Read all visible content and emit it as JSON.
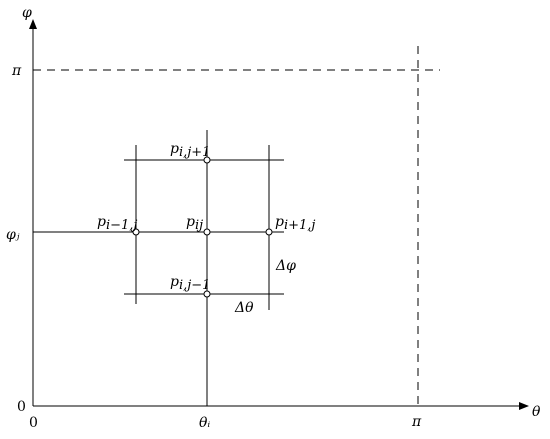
{
  "axes": {
    "x_label": "θ",
    "y_label": "φ",
    "origin_x": "0",
    "origin_y": "0",
    "x_tick_pi": "π",
    "y_tick_pi": "π",
    "x_tick_theta_i": "θᵢ",
    "y_tick_phi_j": "φⱼ"
  },
  "nodes": {
    "center": "p",
    "center_sub": "ij",
    "left": "p",
    "left_sub": "i−1,j",
    "right": "p",
    "right_sub": "i+1,j",
    "top": "p",
    "top_sub": "i,j+1",
    "bottom": "p",
    "bottom_sub": "i,j−1"
  },
  "spacing": {
    "delta_phi": "Δφ",
    "delta_theta": "Δθ"
  }
}
